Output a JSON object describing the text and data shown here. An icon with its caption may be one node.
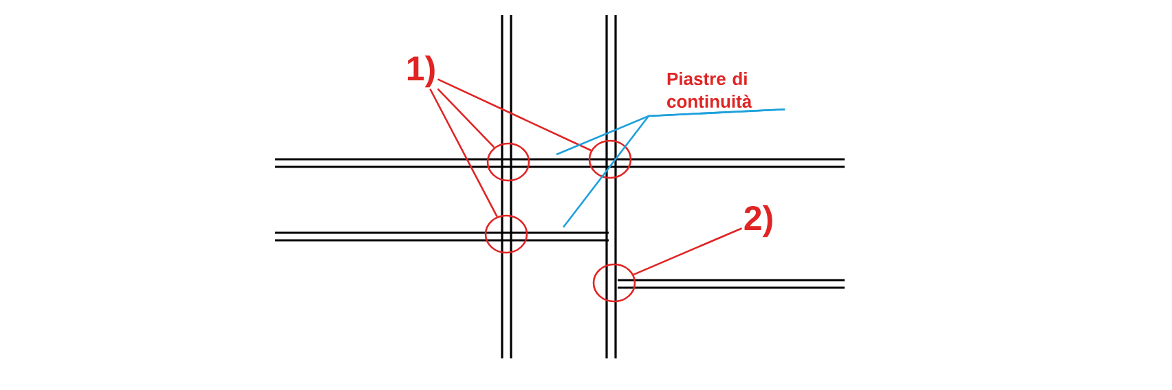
{
  "diagram": {
    "nodes": [
      {
        "text": [
          "1)"
        ]
      },
      {
        "text": [
          "Piastre di continuità"
        ]
      },
      {
        "text": [
          "2)"
        ]
      },
      {
        "text": [],
        "shape": "ellipse"
      },
      {
        "text": [],
        "shape": "ellipse"
      },
      {
        "text": [],
        "shape": "ellipse"
      },
      {
        "text": [],
        "shape": "ellipse"
      }
    ],
    "edges": [
      {
        "from": 0,
        "to": 3,
        "arrow": "none"
      },
      {
        "from": 0,
        "to": 4,
        "arrow": "none"
      },
      {
        "from": 0,
        "to": 5,
        "arrow": "none"
      },
      {
        "from": 2,
        "to": 6,
        "arrow": "none"
      },
      {
        "from": 1,
        "to": null,
        "arrow": "none",
        "color": "#1ea0dc"
      },
      {
        "from": 1,
        "to": null,
        "arrow": "none",
        "color": "#1ea0dc"
      }
    ]
  }
}
